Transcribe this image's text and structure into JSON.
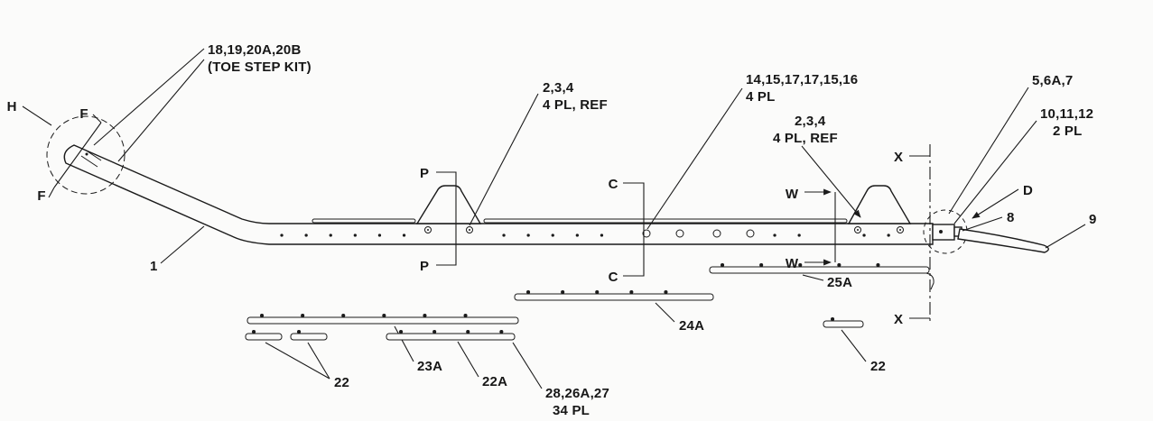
{
  "drawing": {
    "background": "#fbfbfa",
    "line_color": "#1b1b1b"
  },
  "section_markers": {
    "h": "H",
    "f": "F",
    "p": "P",
    "c": "C",
    "w": "W",
    "x": "X",
    "d": "D"
  },
  "callouts": {
    "toe_step_kit": {
      "line1": "18,19,20A,20B",
      "line2": "(TOE STEP KIT)"
    },
    "ref_fasteners_left": {
      "line1": "2,3,4",
      "line2": "4 PL, REF"
    },
    "fasteners_mid": {
      "line1": "14,15,17,17,15,16",
      "line2": "4 PL"
    },
    "ref_fasteners_right": {
      "line1": "2,3,4",
      "line2": "4 PL, REF"
    },
    "parts_5_6a_7": {
      "line1": "5,6A,7"
    },
    "parts_10_11_12": {
      "line1": "10,11,12",
      "line2": "2 PL"
    },
    "rivets_28_26a_27": {
      "line1": "28,26A,27",
      "line2": "34 PL"
    },
    "part_1": "1",
    "part_8": "8",
    "part_9": "9",
    "part_22": "22",
    "part_22a": "22A",
    "part_23a": "23A",
    "part_24a": "24A",
    "part_25a": "25A"
  }
}
